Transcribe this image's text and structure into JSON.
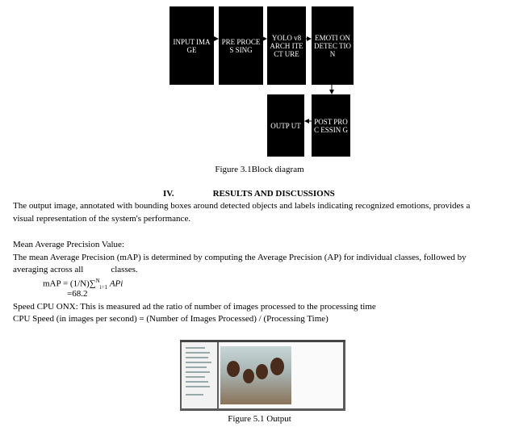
{
  "diagram": {
    "blocks": {
      "input": "INPUT IMAGE",
      "pre": "PRE PROCES SING",
      "yolo": "YOLO v8 ARCH ITECT URE",
      "emotion": "EMOTI ON DETEC TION",
      "post": "POST PROC ESSIN G",
      "output": "OUTP UT"
    },
    "caption": "Figure 3.1Block diagram"
  },
  "section": {
    "number": "IV.",
    "title": "RESULTS AND DISCUSSIONS"
  },
  "para1": {
    "line1": "The output image, annotated with bounding boxes around detected objects and labels indicating recognized emotions, provides a",
    "line2": "visual representation of the system's performance."
  },
  "map": {
    "heading": "Mean Average Precision Value:",
    "line1": "The mean Average Precision (mAP) is determined by computing the Average Precision (AP) for individual classes, followed by",
    "line2a": "averaging across all",
    "line2b": "classes.",
    "formula_lhs": "mAP = (1/N)",
    "formula_sum": "∑",
    "formula_sup": "N",
    "formula_sub": "i=1",
    "formula_term": "APi",
    "result": "=68.2"
  },
  "speed": {
    "line1": "Speed CPU ONX: This is measured ad the ratio of number of images processed to the processing time",
    "line2": "CPU Speed (in images per second) = (Number of Images Processed) / (Processing Time)"
  },
  "figure2": {
    "caption": "Figure 5.1 Output"
  }
}
